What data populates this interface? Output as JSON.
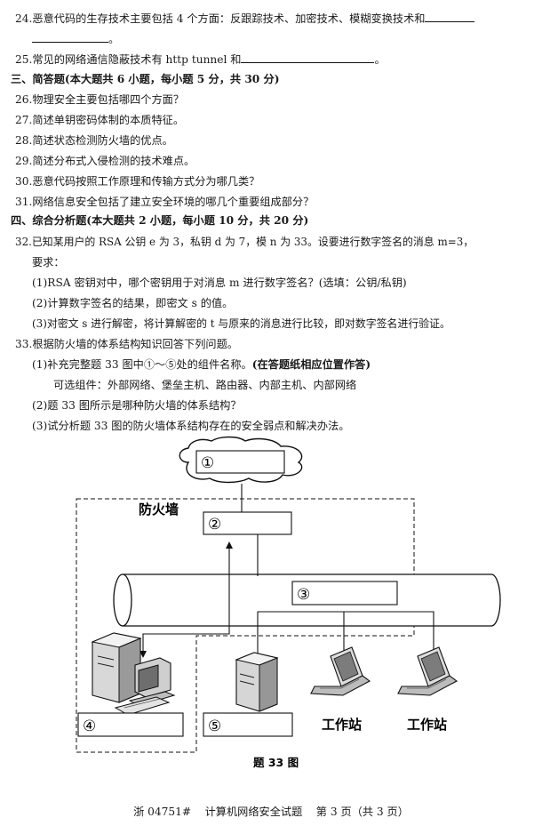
{
  "fill_blank": {
    "q24_text": "24.恶意代码的生存技术主要包括 4 个方面：反跟踪技术、加密技术、模糊变换技术和",
    "q24_end": "。",
    "q25_text": "25.常见的网络通信隐蔽技术有 http tunnel 和",
    "q25_end": "。"
  },
  "section3": {
    "heading": "三、简答题(本大题共 6 小题，每小题 5 分，共 30 分)",
    "questions": [
      "26.物理安全主要包括哪四个方面？",
      "27.简述单钥密码体制的本质特征。",
      "28.简述状态检测防火墙的优点。",
      "29.简述分布式入侵检测的技术难点。",
      "30.恶意代码按照工作原理和传输方式分为哪几类？",
      "31.网络信息安全包括了建立安全环境的哪几个重要组成部分？"
    ]
  },
  "section4": {
    "heading": "四、综合分析题(本大题共 2 小题，每小题 10 分，共 20 分)",
    "q32_line1": "32.已知某用户的 RSA 公钥 e 为 3，私钥 d 为 7，模 n 为 33。设要进行数字签名的消息 m=3，",
    "q32_line2": "要求：",
    "q32_sub1": "(1)RSA 密钥对中，哪个密钥用于对消息 m 进行数字签名？(选填：公钥/私钥)",
    "q32_sub2": "(2)计算数字签名的结果，即密文 s 的值。",
    "q32_sub3": "(3)对密文 s 进行解密，将计算解密的 t 与原来的消息进行比较，即对数字签名进行验证。",
    "q33_line1": "33.根据防火墙的体系结构知识回答下列问题。",
    "q33_sub1": "(1)补充完整题 33 图中①～⑤处的组件名称。",
    "q33_sub1_note": "(在答题纸相应位置作答)",
    "q33_options": "可选组件：外部网络、堡垒主机、路由器、内部主机、内部网络",
    "q33_sub2": "(2)题 33 图所示是哪种防火墙的体系结构？",
    "q33_sub3": "(3)试分析题 33 图的防火墙体系结构存在的安全弱点和解决办法。"
  },
  "figure": {
    "firewall_label": "防火墙",
    "box1": "①",
    "box2": "②",
    "box3": "③",
    "box4": "④",
    "box5": "⑤",
    "workstation1": "工作站",
    "workstation2": "工作站",
    "caption": "题 33 图"
  },
  "footer": "浙 04751#    计算机网络安全试题    第 3 页（共 3 页）"
}
